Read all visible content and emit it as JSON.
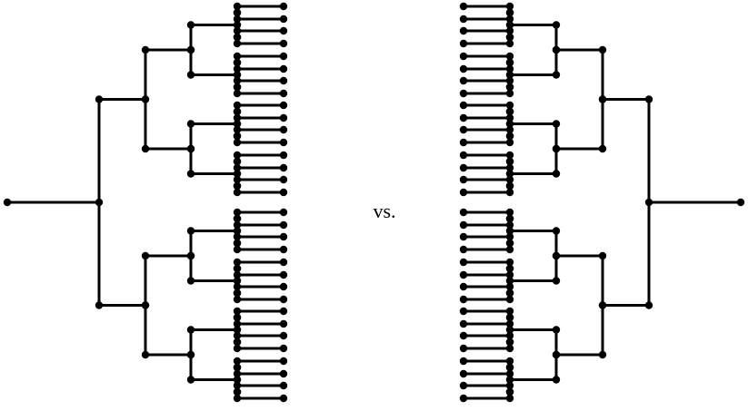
{
  "center_label": "vs.",
  "colors": {
    "line": "#000000",
    "node": "#000000",
    "background": "#ffffff"
  },
  "brackets": {
    "left": {
      "rounds": 5,
      "entrants": 32,
      "champion_side": "left"
    },
    "right": {
      "rounds": 5,
      "entrants": 32,
      "champion_side": "right"
    }
  }
}
